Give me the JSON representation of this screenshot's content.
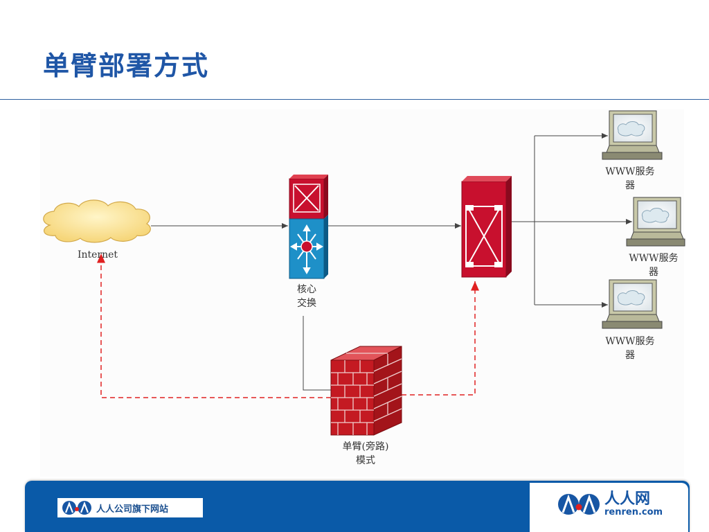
{
  "slide": {
    "title": "单臂部署方式"
  },
  "nodes": {
    "internet": {
      "label": "Internet"
    },
    "core_switch": {
      "label_line1": "核心",
      "label_line2": "交换"
    },
    "servers": [
      {
        "label_line1": "WWW服务",
        "label_line2": "器"
      },
      {
        "label_line1": "WWW服务",
        "label_line2": "器"
      },
      {
        "label_line1": "WWW服务",
        "label_line2": "器"
      }
    ],
    "firewall": {
      "label_line1": "单臂(旁路)",
      "label_line2": "模式"
    }
  },
  "colors": {
    "title": "#1f56a6",
    "footer_blue": "#0a5aa8",
    "device_red": "#c8102e",
    "switch_blue": "#1e90c8",
    "dashed_path": "#e02020"
  },
  "footer": {
    "company_tag": "人人公司旗下网站",
    "brand_cn": "人人网",
    "brand_en": "renren.com"
  }
}
